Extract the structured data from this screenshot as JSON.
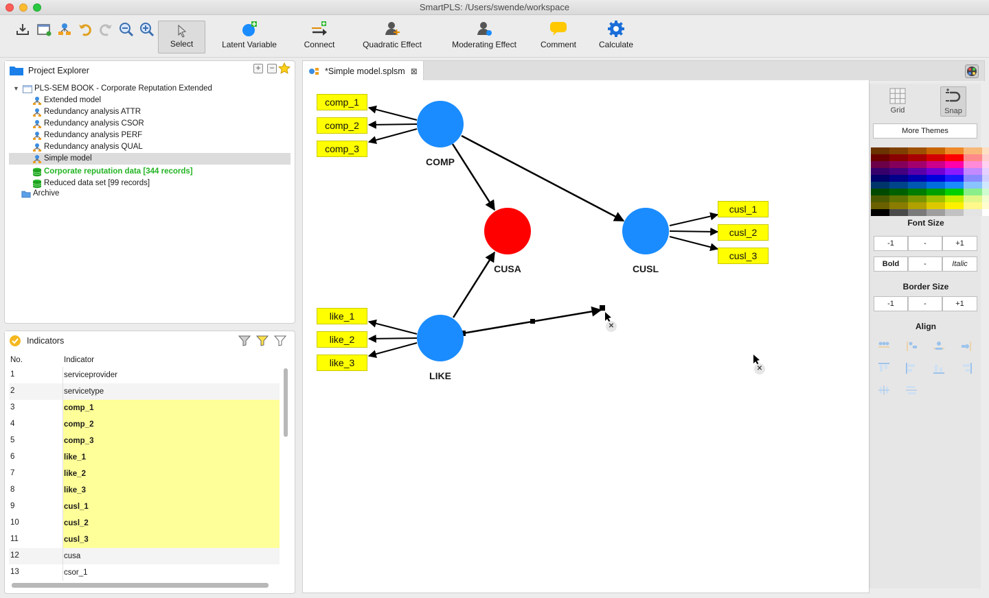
{
  "window": {
    "title": "SmartPLS: /Users/swende/workspace"
  },
  "toolbar": {
    "small_icons": [
      "export-icon",
      "window-icon",
      "model-icon",
      "undo-icon",
      "redo-icon",
      "zoom-out-icon",
      "zoom-in-icon"
    ],
    "select_label": "Select",
    "tools": [
      {
        "id": "latent-variable",
        "label": "Latent Variable"
      },
      {
        "id": "connect",
        "label": "Connect"
      },
      {
        "id": "quadratic-effect",
        "label": "Quadratic Effect"
      },
      {
        "id": "moderating-effect",
        "label": "Moderating Effect"
      },
      {
        "id": "comment",
        "label": "Comment"
      },
      {
        "id": "calculate",
        "label": "Calculate"
      }
    ]
  },
  "project_explorer": {
    "tab_label": "Project Explorer",
    "project": "PLS-SEM BOOK - Corporate Reputation Extended",
    "items": [
      {
        "label": "Extended model",
        "type": "model"
      },
      {
        "label": "Redundancy analysis ATTR",
        "type": "model"
      },
      {
        "label": "Redundancy analysis CSOR",
        "type": "model"
      },
      {
        "label": "Redundancy analysis PERF",
        "type": "model"
      },
      {
        "label": "Redundancy analysis QUAL",
        "type": "model"
      },
      {
        "label": "Simple model",
        "type": "model",
        "selected": true
      },
      {
        "label": "Corporate reputation data [344 records]",
        "type": "data",
        "active": true
      },
      {
        "label": "Reduced data set [99 records]",
        "type": "data"
      }
    ],
    "archive_label": "Archive"
  },
  "indicators": {
    "tab_label": "Indicators",
    "columns": [
      "No.",
      "Indicator"
    ],
    "rows": [
      {
        "no": "1",
        "name": "serviceprovider",
        "used": false
      },
      {
        "no": "2",
        "name": "servicetype",
        "used": false
      },
      {
        "no": "3",
        "name": "comp_1",
        "used": true
      },
      {
        "no": "4",
        "name": "comp_2",
        "used": true
      },
      {
        "no": "5",
        "name": "comp_3",
        "used": true
      },
      {
        "no": "6",
        "name": "like_1",
        "used": true
      },
      {
        "no": "7",
        "name": "like_2",
        "used": true
      },
      {
        "no": "8",
        "name": "like_3",
        "used": true
      },
      {
        "no": "9",
        "name": "cusl_1",
        "used": true
      },
      {
        "no": "10",
        "name": "cusl_2",
        "used": true
      },
      {
        "no": "11",
        "name": "cusl_3",
        "used": true
      },
      {
        "no": "12",
        "name": "cusa",
        "used": false
      },
      {
        "no": "13",
        "name": "csor_1",
        "used": false
      }
    ]
  },
  "editor": {
    "tab_label": "*Simple model.splsm",
    "latent_variables": [
      {
        "id": "COMP",
        "label": "COMP",
        "color": "#1a8cff"
      },
      {
        "id": "CUSA",
        "label": "CUSA",
        "color": "#ff0000"
      },
      {
        "id": "CUSL",
        "label": "CUSL",
        "color": "#1a8cff"
      },
      {
        "id": "LIKE",
        "label": "LIKE",
        "color": "#1a8cff"
      }
    ],
    "indicator_boxes": [
      "comp_1",
      "comp_2",
      "comp_3",
      "cusl_1",
      "cusl_2",
      "cusl_3",
      "like_1",
      "like_2",
      "like_3"
    ],
    "indicator_color": "#ffff00"
  },
  "style_panel": {
    "grid_label": "Grid",
    "snap_label": "Snap",
    "more_themes_label": "More Themes",
    "font_size_title": "Font Size",
    "font_buttons": [
      "-1",
      "-",
      "+1"
    ],
    "style_buttons": [
      "Bold",
      "-",
      "Italic"
    ],
    "border_size_title": "Border Size",
    "border_buttons": [
      "-1",
      "-",
      "+1"
    ],
    "align_title": "Align",
    "palette": [
      [
        "#6b3300",
        "#7f3f00",
        "#9e4f00",
        "#c86400",
        "#ee8a2a",
        "#f7b87a",
        "#fde0c4"
      ],
      [
        "#6b0000",
        "#8a0000",
        "#a80000",
        "#d40000",
        "#ff0000",
        "#ff8a8a",
        "#ffcfcf"
      ],
      [
        "#6b0047",
        "#85005a",
        "#a3006e",
        "#cc008a",
        "#ff00ab",
        "#ff8ad8",
        "#ffd0f0"
      ],
      [
        "#36006b",
        "#44007f",
        "#5a00a8",
        "#7000d4",
        "#8c1aff",
        "#c38aff",
        "#e6d0ff"
      ],
      [
        "#00006b",
        "#00008a",
        "#0000b0",
        "#0000dd",
        "#1a1aff",
        "#8a8aff",
        "#d0d0ff"
      ],
      [
        "#00356b",
        "#00448a",
        "#0058b0",
        "#006edd",
        "#1a8cff",
        "#8ac4ff",
        "#d0e8ff"
      ],
      [
        "#004a00",
        "#006000",
        "#007c00",
        "#00a000",
        "#00d000",
        "#8aef8a",
        "#d0fbd0"
      ],
      [
        "#4a5a00",
        "#607500",
        "#7c9600",
        "#a0c000",
        "#c8ee00",
        "#e2f78a",
        "#f3fdd0"
      ],
      [
        "#6b6000",
        "#8a7c00",
        "#b0a000",
        "#ddc800",
        "#fff000",
        "#fff88a",
        "#fffcd0"
      ],
      [
        "#000000",
        "#4a4a4a",
        "#7a7a7a",
        "#9e9e9e",
        "#c2c2c2",
        "#e4e4e4",
        "#ffffff"
      ]
    ]
  }
}
